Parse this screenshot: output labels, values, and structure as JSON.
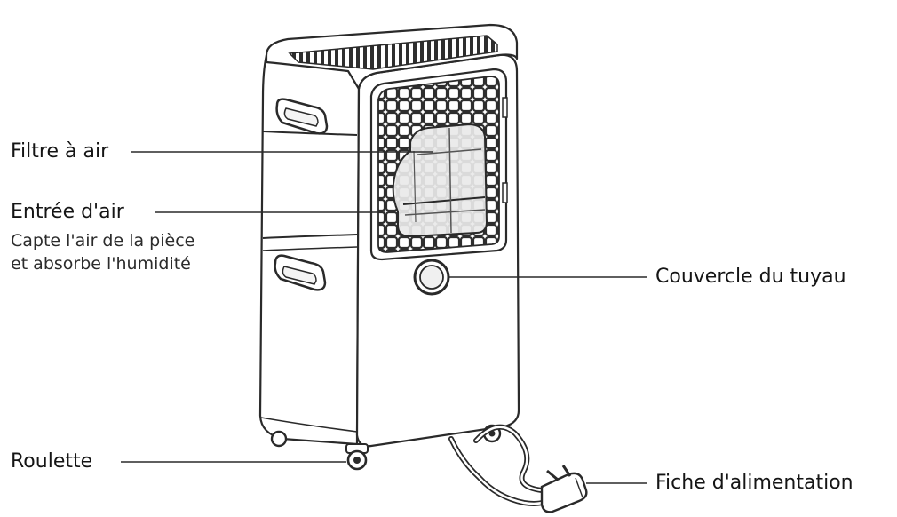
{
  "labels": {
    "air_filter": "Filtre à air",
    "air_inlet": "Entrée d'air",
    "air_inlet_desc_line1": "Capte l'air de la pièce",
    "air_inlet_desc_line2": "et absorbe l'humidité",
    "hose_cover": "Couvercle du tuyau",
    "caster": "Roulette",
    "power_plug": "Fiche d'alimentation"
  },
  "colors": {
    "line": "#2a2a2a",
    "body_fill": "#ffffff",
    "grille": "#3a3a3a",
    "filter": "#e6e6e6"
  }
}
